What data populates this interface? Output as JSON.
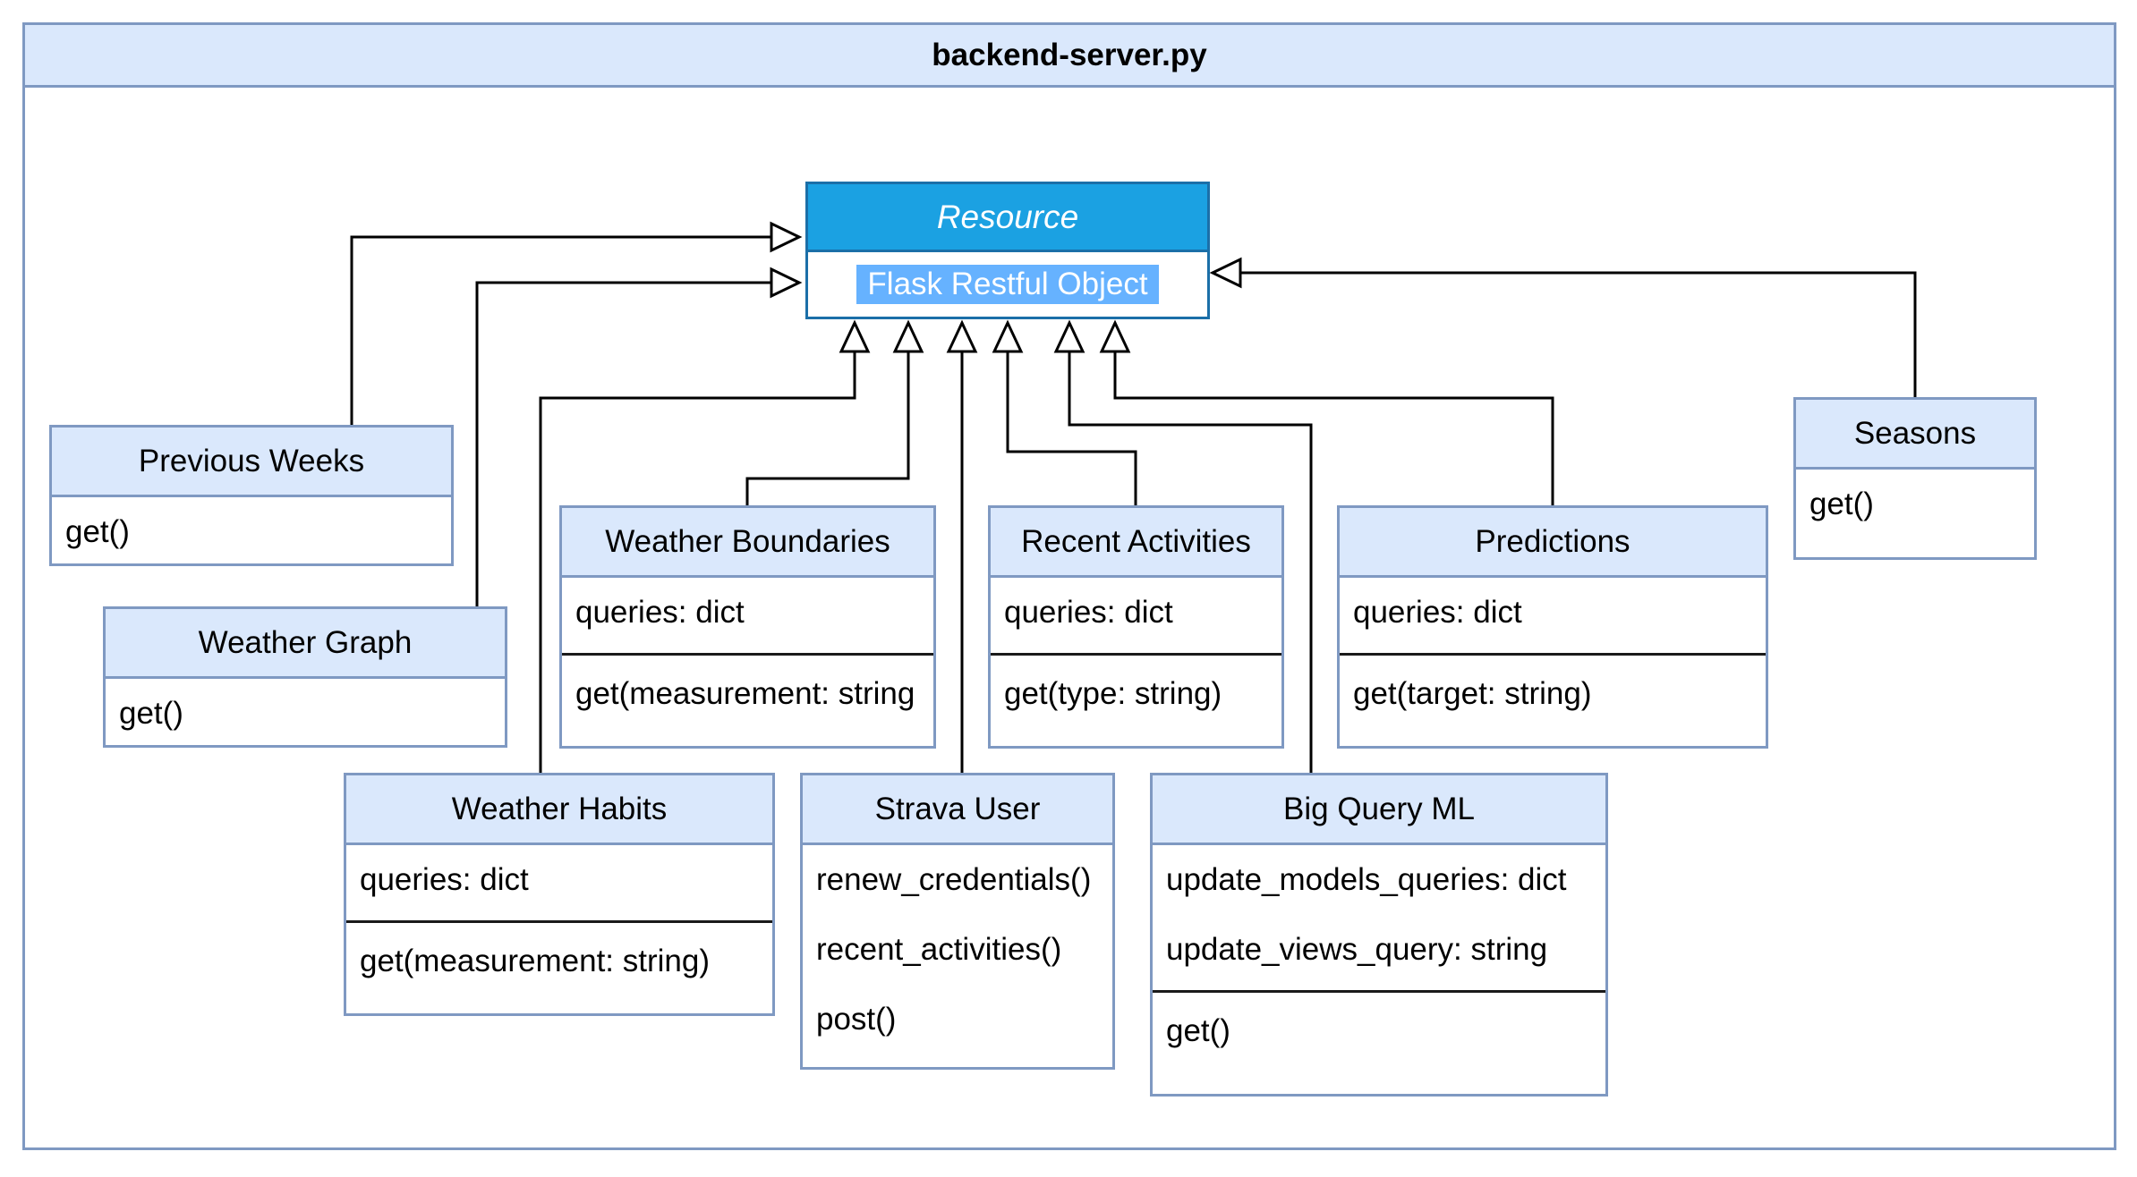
{
  "title": "backend-server.py",
  "resource": {
    "name": "Resource",
    "stereotype": "Flask Restful Object"
  },
  "classes": {
    "previous_weeks": {
      "name": "Previous Weeks",
      "methods": [
        "get()"
      ]
    },
    "weather_graph": {
      "name": "Weather Graph",
      "methods": [
        "get()"
      ]
    },
    "weather_boundaries": {
      "name": "Weather Boundaries",
      "attributes": [
        "queries: dict"
      ],
      "methods": [
        "get(measurement: string"
      ]
    },
    "recent_activities": {
      "name": "Recent Activities",
      "attributes": [
        "queries: dict"
      ],
      "methods": [
        "get(type: string)"
      ]
    },
    "predictions": {
      "name": "Predictions",
      "attributes": [
        "queries: dict"
      ],
      "methods": [
        "get(target: string)"
      ]
    },
    "seasons": {
      "name": "Seasons",
      "methods": [
        "get()"
      ]
    },
    "weather_habits": {
      "name": "Weather Habits",
      "attributes": [
        "queries: dict"
      ],
      "methods": [
        "get(measurement: string)"
      ]
    },
    "strava_user": {
      "name": "Strava User",
      "methods": [
        "renew_credentials()",
        "recent_activities()",
        "post()"
      ]
    },
    "big_query_ml": {
      "name": "Big Query ML",
      "attributes": [
        "update_models_queries: dict",
        "update_views_query: string"
      ],
      "methods": [
        "get()"
      ]
    }
  },
  "colors": {
    "header_fill": "#dae8fc",
    "border": "#7f99c2",
    "resource_fill": "#1ba1e2",
    "highlight": "#66b2ff"
  }
}
